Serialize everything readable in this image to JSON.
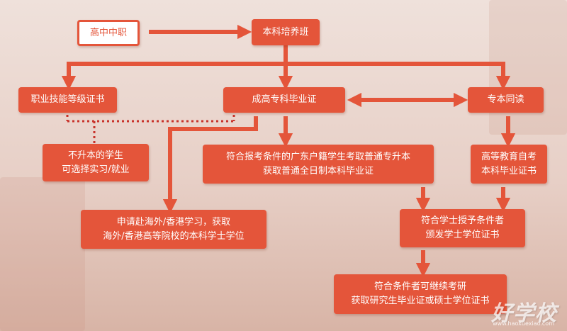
{
  "colors": {
    "accent": "#e4553a",
    "dotted": "#c8322a",
    "background": "#efe1db"
  },
  "nodes": {
    "gaozhong": {
      "label": "高中中职"
    },
    "benke": {
      "label": "本科培养班"
    },
    "zhiye": {
      "label": "职业技能等级证书"
    },
    "chenggao": {
      "label": "成高专科毕业证"
    },
    "zhuanben": {
      "label": "专本同读"
    },
    "busheng": {
      "line1": "不升本的学生",
      "line2": "可选择实习/就业"
    },
    "fuhe_baokao": {
      "line1": "符合报考条件的广东户籍学生考取普通专升本",
      "line2": "获取普通全日制本科毕业证"
    },
    "gaodeng_zikao": {
      "line1": "高等教育自考",
      "line2": "本科毕业证书"
    },
    "haiwai": {
      "line1": "申请赴海外/香港学习，获取",
      "line2": "海外/香港高等院校的本科学士学位"
    },
    "xueshi": {
      "line1": "符合学士授予条件者",
      "line2": "颁发学士学位证书"
    },
    "kaoyan": {
      "line1": "符合条件者可继续考研",
      "line2": "获取研究生毕业证或硕士学位证书"
    }
  },
  "watermark": {
    "text": "好学校",
    "url": "www.haoxuexiao.com"
  }
}
